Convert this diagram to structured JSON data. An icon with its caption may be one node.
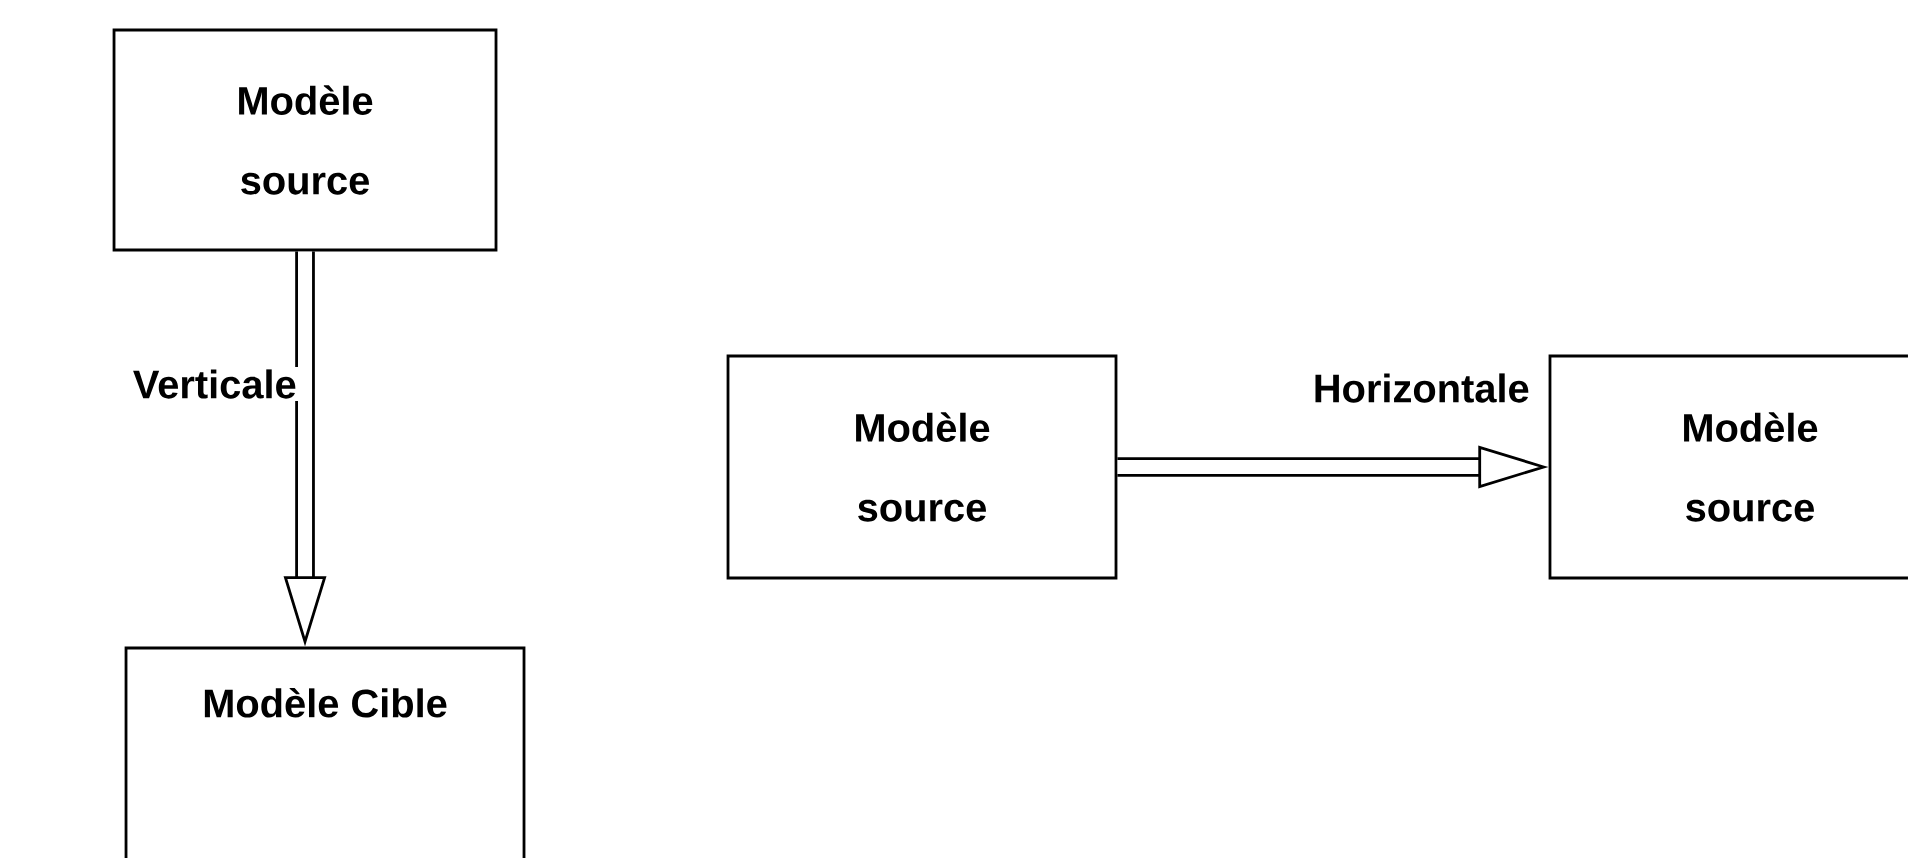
{
  "diagram": {
    "nodes": [
      {
        "text": [
          "Modèle source"
        ]
      },
      {
        "text": [
          "Modèle Cible"
        ]
      },
      {
        "text": [
          "Modèle source"
        ]
      },
      {
        "text": [
          "Modèle source"
        ]
      }
    ],
    "edges": [
      {
        "from": 0,
        "to": 1,
        "arrow": "to",
        "label": "Verticale"
      },
      {
        "from": 2,
        "to": 3,
        "arrow": "to",
        "label": "Horizontale"
      }
    ]
  }
}
